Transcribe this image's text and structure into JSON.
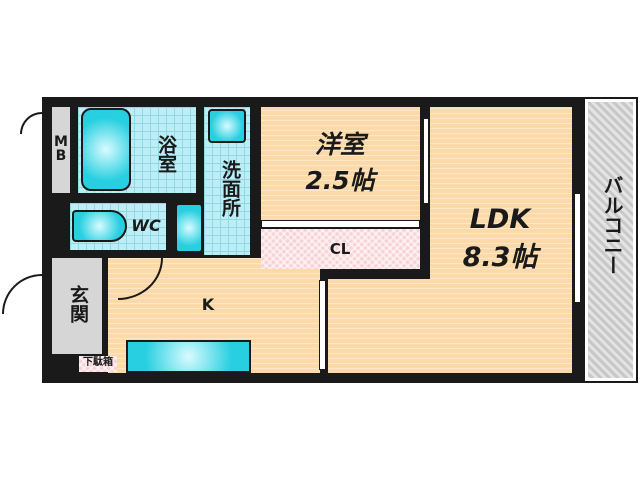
{
  "rooms": {
    "mb": "MB",
    "bath": "浴室",
    "washroom": "洗面所",
    "wc": "WC",
    "entrance": "玄関",
    "kitchen": "K",
    "western_room": "洋室",
    "western_room_size": "2.5帖",
    "closet": "CL",
    "ldk": "LDK",
    "ldk_size": "8.3帖",
    "balcony": "バルコニー",
    "shoe_box": "下駄箱"
  },
  "colors": {
    "floor": "#fbd9a8",
    "tile": "#bdeef5",
    "fixture": "#27cfe0",
    "closet": "#f7d3d8",
    "wall": "#1a1a1a"
  }
}
